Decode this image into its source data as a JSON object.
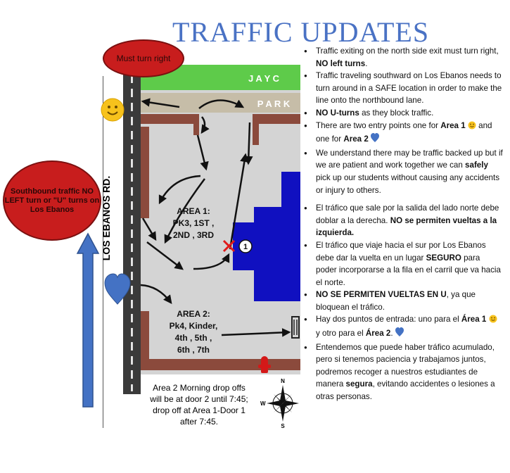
{
  "title": "TRAFFIC UPDATES",
  "callouts": {
    "must_turn": "Must turn right",
    "southbound": "Southbound traffic NO LEFT turn or \"U\" turns on Los Ebanos"
  },
  "road_label": "LOS EBANOS RD.",
  "map": {
    "top_strip": "J A Y C",
    "parking_strip": "P A R K",
    "area1": {
      "title": "AREA 1:",
      "line2": "PK3,  1ST ,",
      "line3": "2ND , 3RD",
      "marker": "1"
    },
    "area2": {
      "title": "AREA 2:",
      "line2": "Pk4, Kinder,",
      "line3": "4th , 5th ,",
      "line4": "6th , 7th"
    }
  },
  "area2_note": "Area 2 Morning drop offs will be at door 2 until 7:45; drop off at Area 1-Door 1 after 7:45.",
  "compass": {
    "n": "N",
    "s": "S",
    "w": "W"
  },
  "notes_en": [
    "Traffic exiting on the north side exit must turn right, NO left turns.",
    "Traffic traveling southward on Los Ebanos needs to turn around in a SAFE location in order to make the line onto the northbound lane.",
    "NO U-turns as they block traffic.",
    "There are two entry points one for Area 1 and one for Area 2",
    "We understand there may be traffic backed up but if we are patient and work together we can safely pick up our students without causing any accidents or injury to others."
  ],
  "notes_es": [
    "El tráfico que sale por la salida del lado norte debe doblar a la derecha. NO se permiten vueltas a la izquierda.",
    "El tráfico que viaje hacia el sur por Los Ebanos debe dar la vuelta en un lugar SEGURO para poder incorporarse a la fila en el carril que va hacia el norte.",
    "NO SE PERMITEN VUELTAS EN U, ya que bloquean el tráfico.",
    "Hay dos puntos de entrada: uno para el Área 1 y otro para el Área 2.",
    "Entendemos que puede haber tráfico acumulado, pero si tenemos paciencia y trabajamos juntos, podremos recoger a nuestros estudiantes de manera segura, evitando accidentes o lesiones a otras personas."
  ],
  "colors": {
    "title": "#4a72c4",
    "callout_red": "#c81d1d",
    "building_blue": "#1010c0",
    "arrow_blue": "#4472c4",
    "grass_green": "#5ecb4a",
    "wall_brown": "#8b4a3c"
  }
}
